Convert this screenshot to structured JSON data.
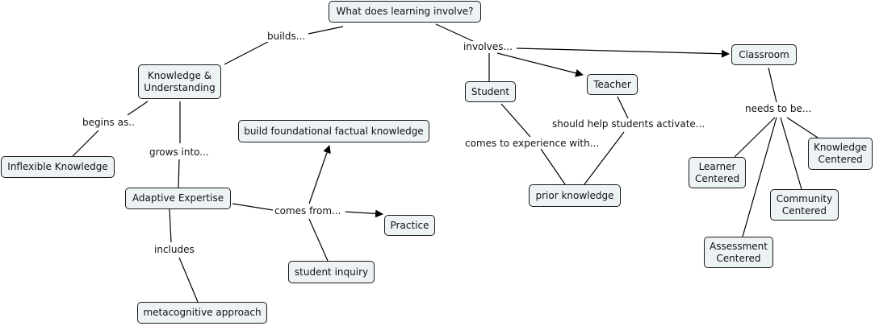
{
  "concepts": {
    "root": "What does learning involve?",
    "knowledge": "Knowledge &\nUnderstanding",
    "inflexible": "Inflexible Knowledge",
    "adaptive": "Adaptive Expertise",
    "metacognitive": "metacognitive approach",
    "foundational": "build foundational factual knowledge",
    "practice": "Practice",
    "inquiry": "student inquiry",
    "student": "Student",
    "teacher": "Teacher",
    "prior": "prior knowledge",
    "classroom": "Classroom",
    "learner": "Learner\nCentered",
    "knowledge_centered": "Knowledge\nCentered",
    "community": "Community\nCentered",
    "assessment": "Assessment\nCentered"
  },
  "linking_phrases": {
    "builds": "builds...",
    "involves": "involves...",
    "begins_as": "begins as..",
    "grows_into": "grows into...",
    "includes": "includes",
    "comes_from": "comes from...",
    "comes_to_experience": "comes to experience with...",
    "should_help": "should help students activate...",
    "needs_to_be": "needs to be..."
  },
  "colors": {
    "node_fill": "#edf3f5",
    "node_border": "#1a1a1a",
    "line": "#000000"
  }
}
